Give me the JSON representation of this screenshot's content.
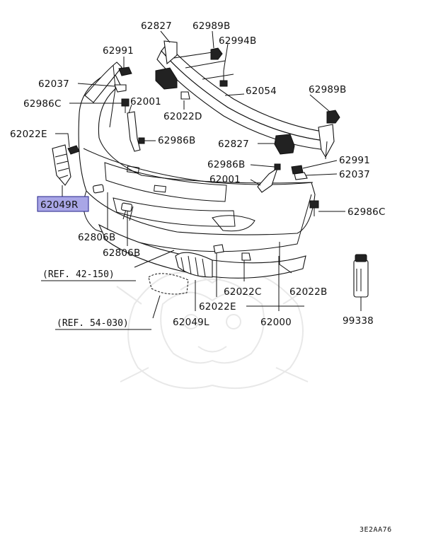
{
  "diagram": {
    "part_labels": [
      "62827",
      "62989B",
      "62994B",
      "62991",
      "62037",
      "62054",
      "62989B",
      "62986C",
      "62001",
      "62022D",
      "62022E",
      "62986B",
      "62827",
      "62991",
      "62986B",
      "62037",
      "62001",
      "62049R",
      "62986C",
      "62806B",
      "62806B",
      "62022C",
      "62022B",
      "62022E",
      "62049L",
      "62000",
      "99338"
    ],
    "references": [
      "(REF. 42-150)",
      "(REF. 54-030)"
    ],
    "highlighted_part": "62049R",
    "highlight_color": "#a9a6e6",
    "figure_code": "3E2AA76"
  }
}
